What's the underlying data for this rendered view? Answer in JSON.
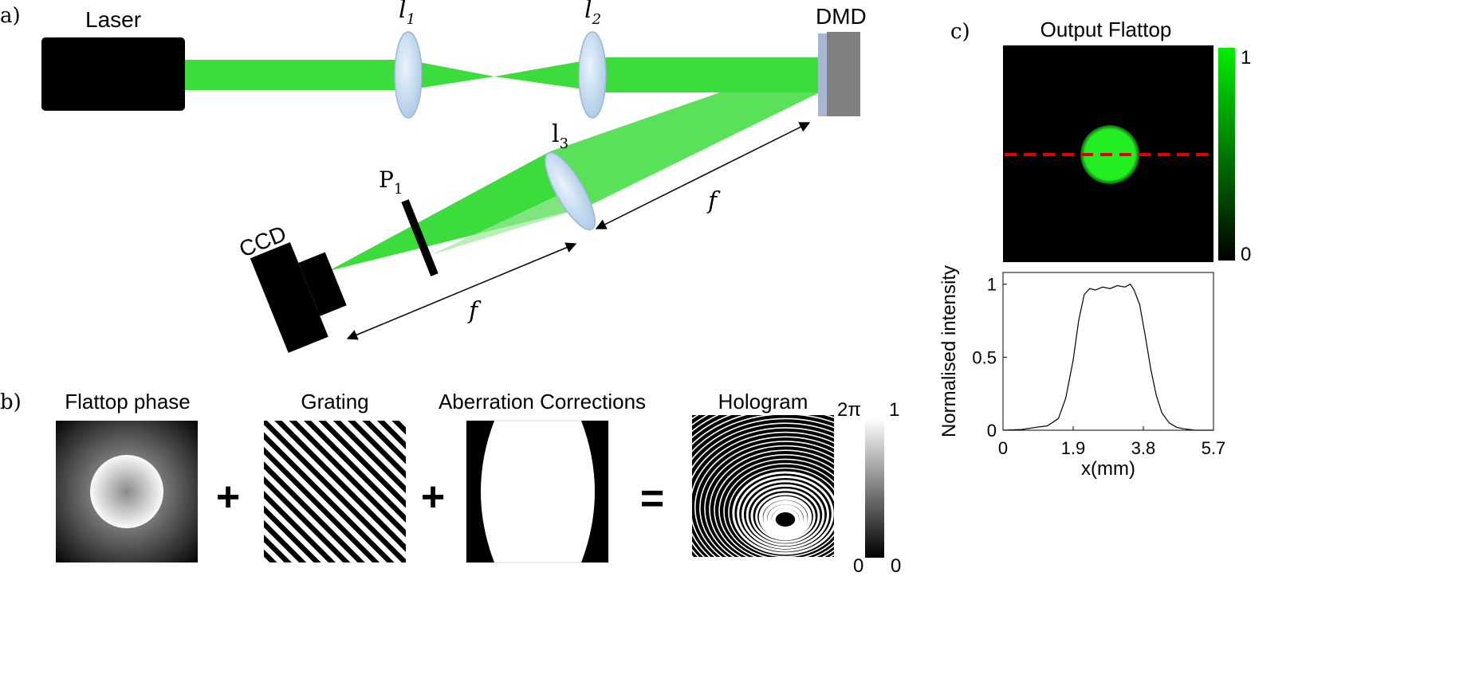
{
  "panel_a": {
    "label": "a)",
    "laser": "Laser",
    "l1_main": "l",
    "l1_sub": "1",
    "l2_main": "l",
    "l2_sub": "2",
    "l3_main": "l",
    "l3_sub": "3",
    "p1_main": "P",
    "p1_sub": "1",
    "dmd": "DMD",
    "ccd": "CCD",
    "focal_1": "f",
    "focal_2": "f"
  },
  "panel_b": {
    "label": "b)",
    "flattop_title": "Flattop phase",
    "grating_title": "Grating",
    "aberration_title": "Aberration Corrections",
    "hologram_title": "Hologram",
    "plus_1": "+",
    "plus_2": "+",
    "equals": "=",
    "phase_top": "2π",
    "phase_bottom": "0",
    "gray_top": "1",
    "gray_bottom": "0"
  },
  "panel_c": {
    "label": "c)",
    "title": "Output Flattop",
    "colorbar_top": "1",
    "colorbar_bottom": "0"
  },
  "colors": {
    "beam": "#3ddc3d",
    "laser_body": "#000000",
    "dmd_body": "#808080",
    "line_profile": "#e00000"
  },
  "chart_data": {
    "type": "line",
    "title": "",
    "xlabel": "x(mm)",
    "ylabel": "Normalised intensity",
    "xlim": [
      0,
      5.7
    ],
    "ylim": [
      0,
      1.08
    ],
    "xticks": [
      "0",
      "1.9",
      "3.8",
      "5.7"
    ],
    "yticks": [
      "0",
      "0.5",
      "1"
    ],
    "grid": false,
    "series": [
      {
        "x": [
          0,
          0.5,
          0.9,
          1.2,
          1.5,
          1.7,
          1.9,
          2.05,
          2.2,
          2.35,
          2.5,
          2.7,
          2.9,
          3.1,
          3.3,
          3.45,
          3.55,
          3.7,
          3.85,
          4.0,
          4.15,
          4.3,
          4.5,
          4.7,
          4.9,
          5.2,
          5.7
        ],
        "y": [
          0,
          0.005,
          0.02,
          0.03,
          0.08,
          0.22,
          0.48,
          0.75,
          0.93,
          0.97,
          0.96,
          0.98,
          0.97,
          0.99,
          0.98,
          1.0,
          0.96,
          0.86,
          0.65,
          0.42,
          0.24,
          0.12,
          0.05,
          0.02,
          0.01,
          0.0,
          0.0
        ]
      }
    ]
  }
}
